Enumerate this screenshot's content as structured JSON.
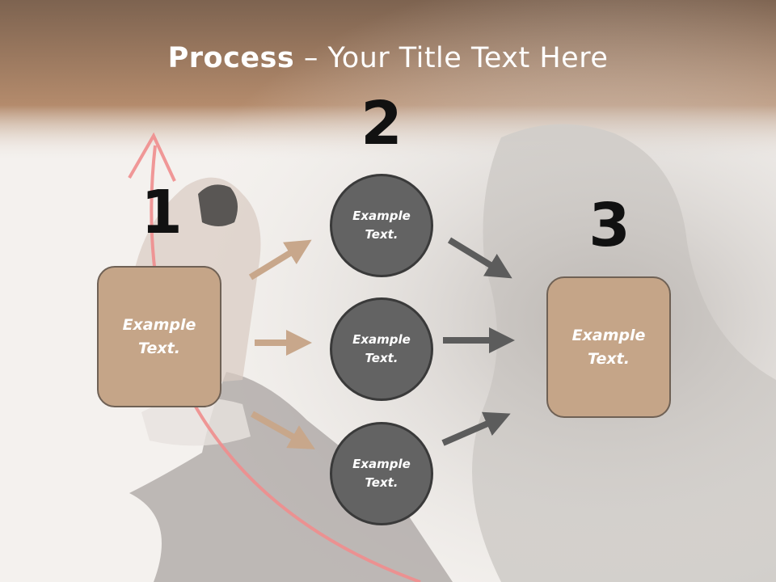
{
  "title": {
    "bold": "Process",
    "rest": " – Your Title Text Here"
  },
  "steps": {
    "one": "1",
    "two": "2",
    "three": "3"
  },
  "left_box": {
    "line1": "Example",
    "line2": "Text."
  },
  "right_box": {
    "line1": "Example",
    "line2": "Text."
  },
  "circles": [
    {
      "line1": "Example",
      "line2": "Text."
    },
    {
      "line1": "Example",
      "line2": "Text."
    },
    {
      "line1": "Example",
      "line2": "Text."
    }
  ],
  "colors": {
    "header": "#9a7357",
    "box_fill": "#c5a588",
    "circle_fill": "#636363",
    "tan_arrow": "#c8a78b",
    "gray_arrow": "#5c5c5c",
    "red_arrow": "#f08d8d"
  }
}
